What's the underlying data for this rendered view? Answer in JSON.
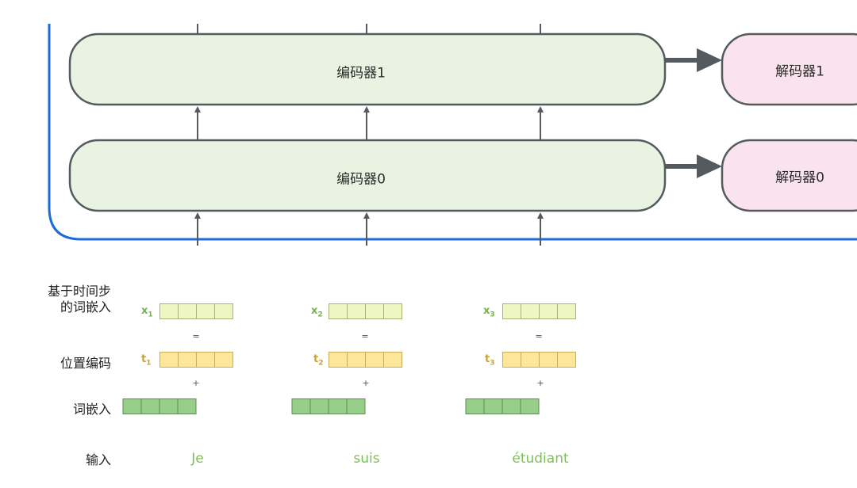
{
  "encoders": [
    {
      "label": "编码器1"
    },
    {
      "label": "编码器0"
    }
  ],
  "decoders": [
    {
      "label": "解码器1"
    },
    {
      "label": "解码器0"
    }
  ],
  "row_labels": {
    "timestep_embedding": "基于时间步\n的词嵌入",
    "positional_encoding": "位置编码",
    "word_embedding": "词嵌入",
    "input": "输入"
  },
  "operators": {
    "equals": "=",
    "plus": "+"
  },
  "tokens": [
    {
      "x": "x",
      "t": "t",
      "index": "1",
      "word": "Je"
    },
    {
      "x": "x",
      "t": "t",
      "index": "2",
      "word": "suis"
    },
    {
      "x": "x",
      "t": "t",
      "index": "3",
      "word": "étudiant"
    }
  ],
  "colors": {
    "encoder_fill": "#e8f3e1",
    "decoder_fill": "#fbe3ee",
    "box_stroke": "#555a5e",
    "outer_border": "#1e6bd6",
    "arrow": "#555a5e",
    "word_text": "#7cbf55"
  }
}
